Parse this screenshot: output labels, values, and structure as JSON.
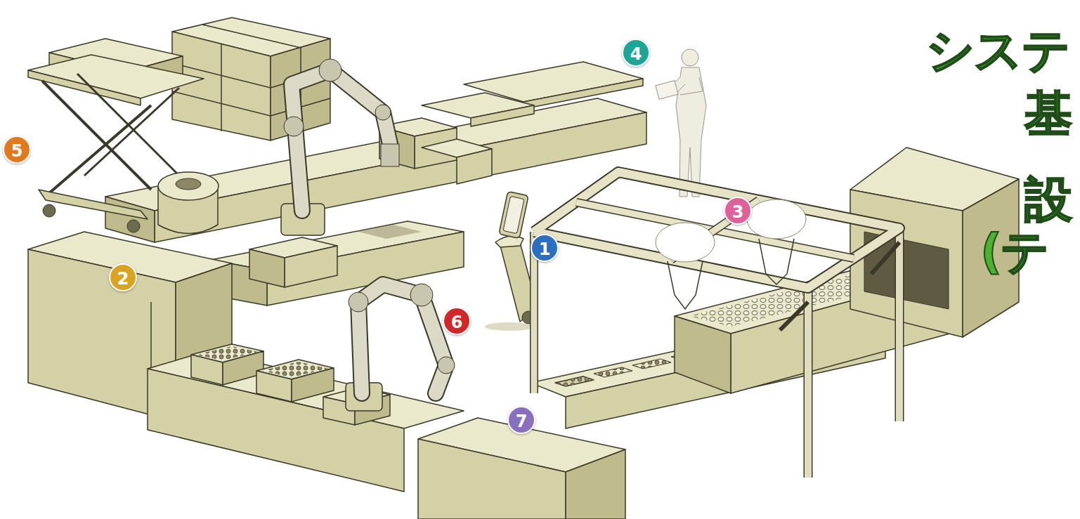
{
  "diagram": {
    "labels": [
      "4",
      "システ",
      "基",
      "5",
      "設",
      "3",
      "(テ",
      "1",
      "2",
      "6",
      "7"
    ]
  }
}
